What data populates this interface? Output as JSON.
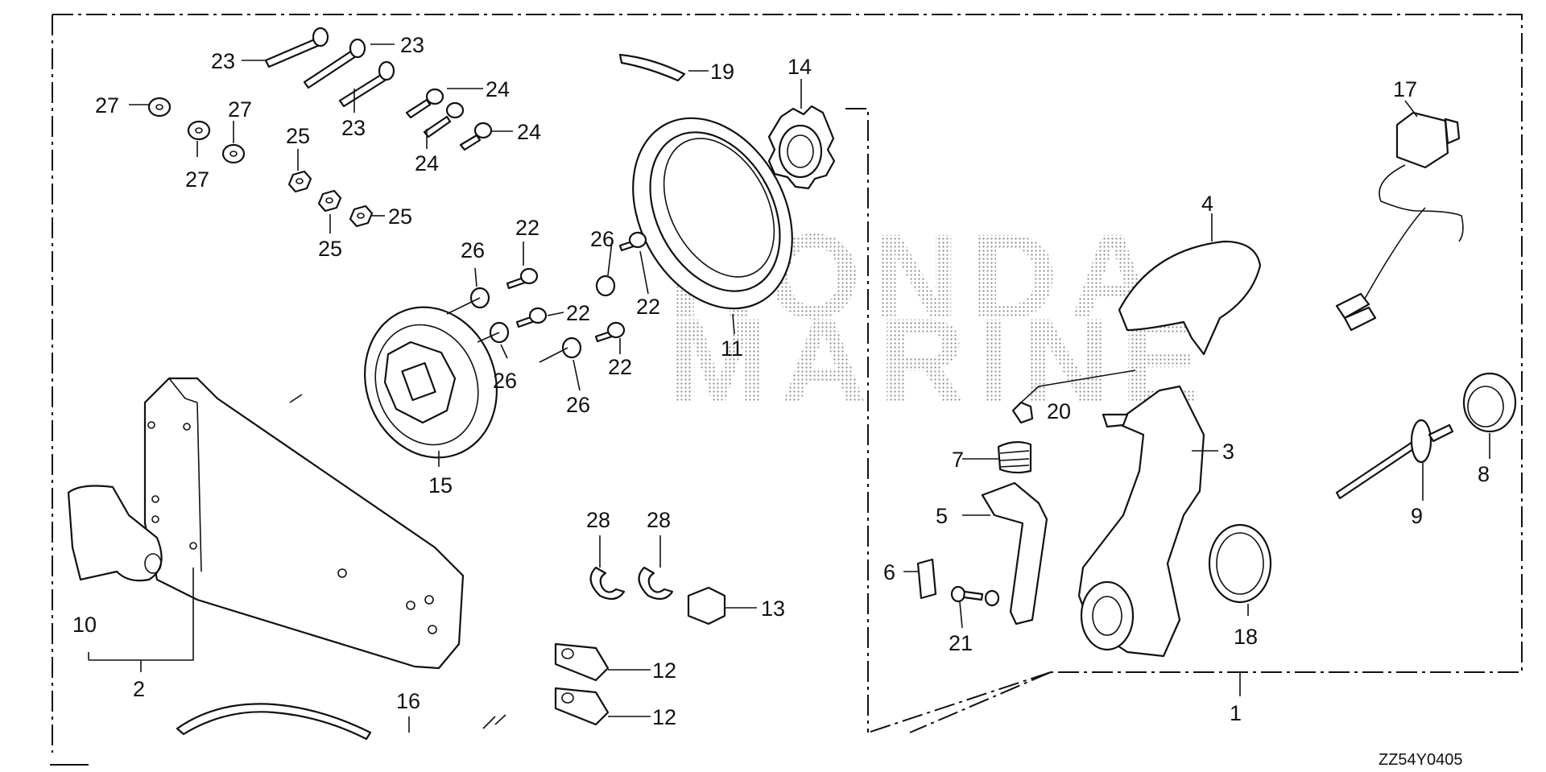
{
  "diagram": {
    "watermark": [
      "HONDA",
      "MARINE"
    ],
    "diagram_code": "ZZ54Y0405",
    "callouts": [
      "1",
      "2",
      "3",
      "4",
      "5",
      "6",
      "7",
      "8",
      "9",
      "10",
      "11",
      "12",
      "12",
      "13",
      "14",
      "15",
      "16",
      "17",
      "18",
      "19",
      "20",
      "21",
      "22",
      "22",
      "22",
      "22",
      "23",
      "23",
      "23",
      "24",
      "24",
      "24",
      "25",
      "25",
      "25",
      "26",
      "26",
      "26",
      "26",
      "27",
      "27",
      "27",
      "28",
      "28"
    ]
  }
}
